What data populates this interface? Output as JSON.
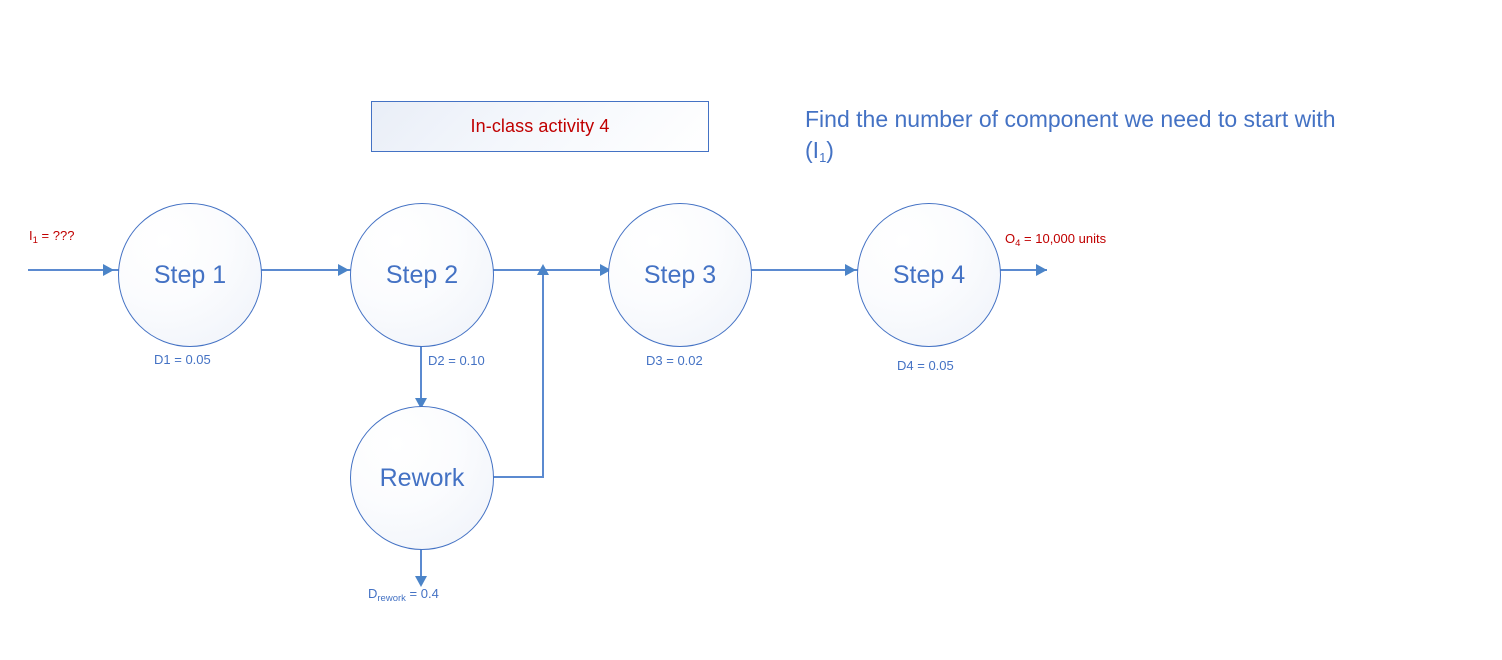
{
  "title_box": {
    "label": "In-class activity 4"
  },
  "prompt": {
    "line1": "Find the number of component we need to start with",
    "line2_prefix": "(I",
    "line2_sub": "1",
    "line2_suffix": ")"
  },
  "nodes": [
    {
      "id": "step1",
      "label": "Step 1"
    },
    {
      "id": "step2",
      "label": "Step 2"
    },
    {
      "id": "step3",
      "label": "Step 3"
    },
    {
      "id": "step4",
      "label": "Step 4"
    },
    {
      "id": "rework",
      "label": "Rework"
    }
  ],
  "defect_labels": [
    {
      "id": "d1",
      "prefix": "D1 = ",
      "sub": "",
      "value": "0.05"
    },
    {
      "id": "d2",
      "prefix": "D2 = ",
      "sub": "",
      "value": "0.10"
    },
    {
      "id": "d3",
      "prefix": "D3 = ",
      "sub": "",
      "value": "0.02"
    },
    {
      "id": "d4",
      "prefix": "D4 = ",
      "sub": "",
      "value": "0.05"
    },
    {
      "id": "drework",
      "prefix": "D",
      "sub": "rework",
      "value": " = 0.4"
    }
  ],
  "io_labels": {
    "input_prefix": "I",
    "input_sub": "1",
    "input_value": " = ???",
    "output_prefix": "O",
    "output_sub": "4",
    "output_value": " = 10,000 units"
  },
  "colors": {
    "accent_blue": "#4472C4",
    "line_blue": "#5B8AD0",
    "label_red": "#C00000",
    "background": "#ffffff"
  },
  "chart_data": {
    "type": "diagram",
    "title": "In-class activity 4",
    "description": "Serial four-step process flow with a rework feedback loop",
    "nodes": [
      "Step 1",
      "Step 2",
      "Step 3",
      "Step 4",
      "Rework"
    ],
    "edges": [
      {
        "from": "input",
        "to": "Step 1",
        "label": "I1 = ???"
      },
      {
        "from": "Step 1",
        "to": "Step 2",
        "label": ""
      },
      {
        "from": "Step 2",
        "to": "Step 3",
        "label": ""
      },
      {
        "from": "Step 2",
        "to": "Rework",
        "label": "D2 = 0.10"
      },
      {
        "from": "Rework",
        "to": "Step 3",
        "label": ""
      },
      {
        "from": "Rework",
        "to": "scrap",
        "label": "Drework = 0.4"
      },
      {
        "from": "Step 3",
        "to": "Step 4",
        "label": ""
      },
      {
        "from": "Step 4",
        "to": "output",
        "label": "O4 = 10,000 units"
      }
    ],
    "defect_rates": {
      "D1": 0.05,
      "D2": 0.1,
      "D3": 0.02,
      "D4": 0.05,
      "Drework": 0.4
    },
    "known_output": 10000,
    "unknown": "I1"
  }
}
